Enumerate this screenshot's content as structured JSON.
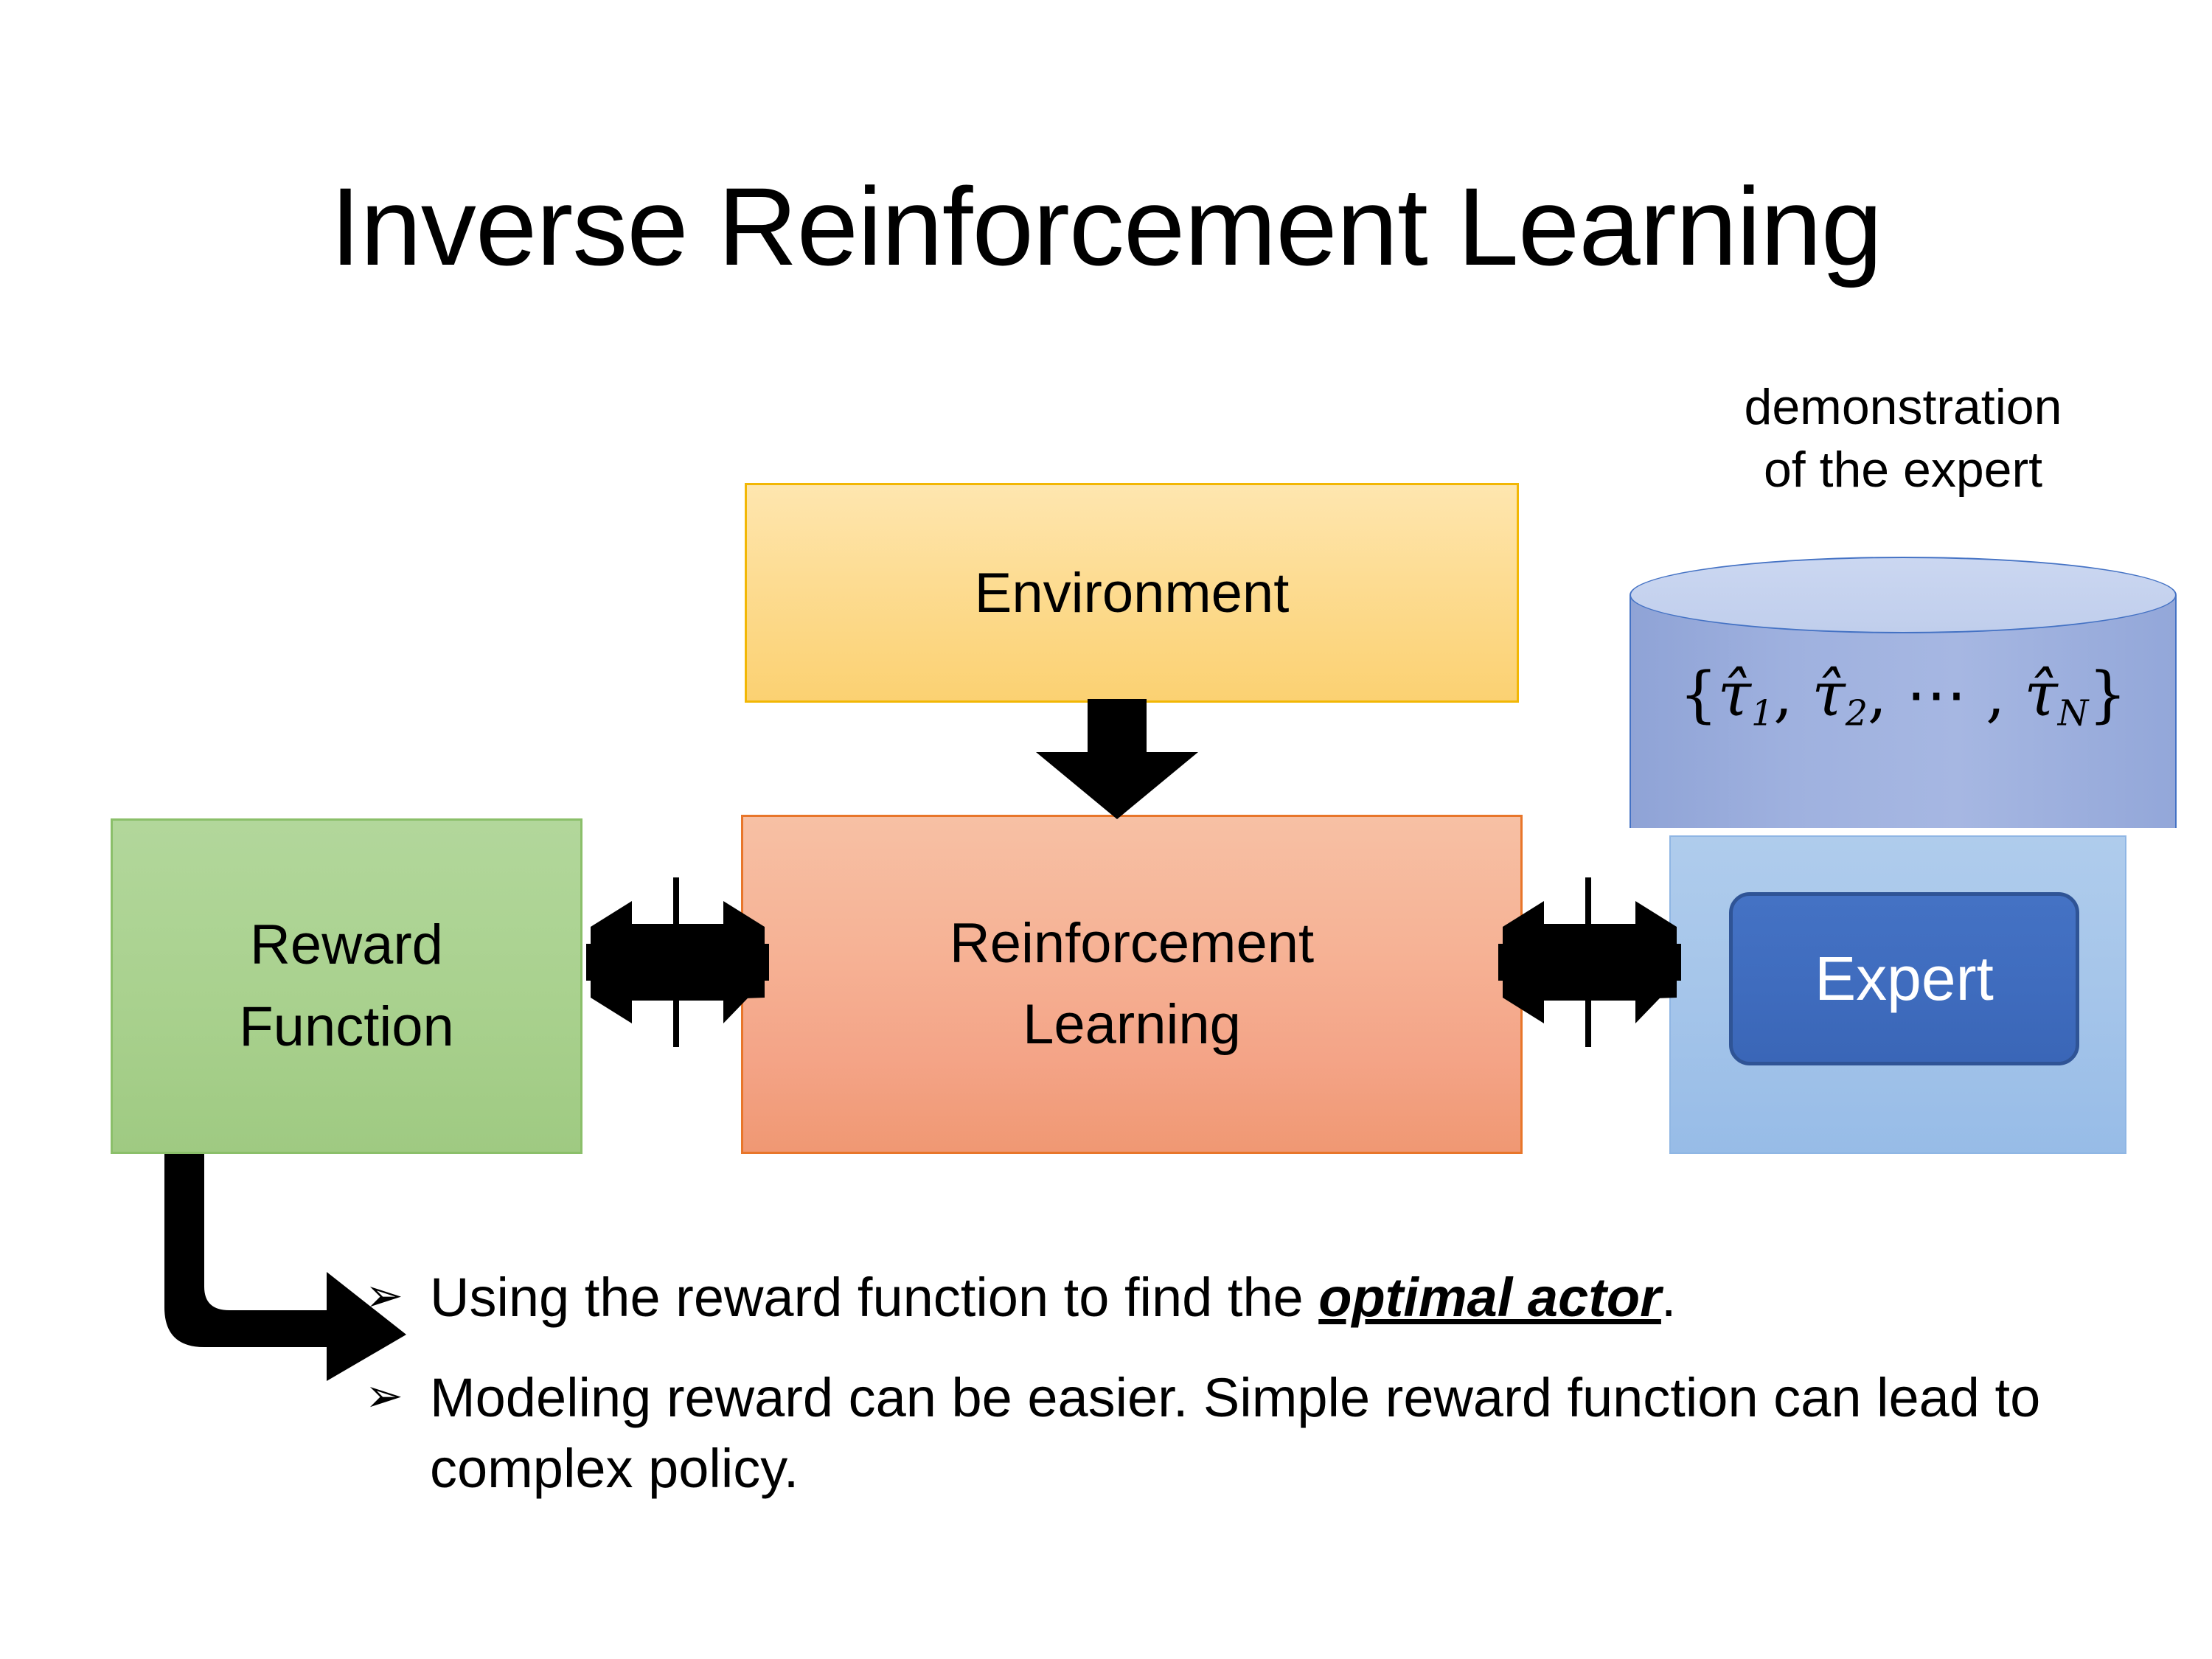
{
  "slide": {
    "title": "Inverse Reinforcement Learning",
    "background_color": "#FFFFFF"
  },
  "diagram": {
    "environment_box": {
      "label": "Environment",
      "fill_top": "#FEE6AF",
      "fill_bottom": "#FBD172",
      "border_color": "#F2B705"
    },
    "reinforcement_learning_box": {
      "label_line1": "Reinforcement",
      "label_line2": "Learning",
      "fill_top": "#F7C0A4",
      "fill_bottom": "#F09873",
      "border_color": "#E8762A"
    },
    "reward_function_box": {
      "label_line1": "Reward",
      "label_line2": "Function",
      "fill_top": "#B2D79B",
      "fill_bottom": "#9FCA82",
      "border_color": "#8BBF6A"
    },
    "expert_panel": {
      "fill_color": "#A5C5EA",
      "button_label": "Expert",
      "button_fill": "#4472C4",
      "button_border": "#2F5496",
      "button_text_color": "#FFFFFF"
    },
    "demonstration_cylinder": {
      "caption_line1": "demonstration",
      "caption_line2": "of the expert",
      "set_open": "{",
      "tau1": "τ̂",
      "tau1_sub": "1",
      "sep1": ", ",
      "tau2": "τ̂",
      "tau2_sub": "2",
      "sep2": ", ⋯ , ",
      "tauN": "τ̂",
      "tauN_sub": "N",
      "set_close": "}",
      "body_fill": "#9FB1DF",
      "top_fill": "#C5D3EF",
      "stroke": "#4472C4"
    },
    "arrows": {
      "environment_to_rl": "down-arrow-icon",
      "reward_rl_link": "four-way-arrow-icon",
      "rl_expert_link": "four-way-arrow-icon",
      "reward_to_bullets": "elbow-arrow-icon",
      "color": "#000000"
    }
  },
  "bullets": {
    "marker": "➢",
    "items": [
      {
        "prefix": "Using the reward function to find the ",
        "emphasis": "optimal actor",
        "suffix": "."
      },
      {
        "prefix": "Modeling reward can be easier. Simple reward function can lead to complex policy.",
        "emphasis": "",
        "suffix": ""
      }
    ]
  }
}
